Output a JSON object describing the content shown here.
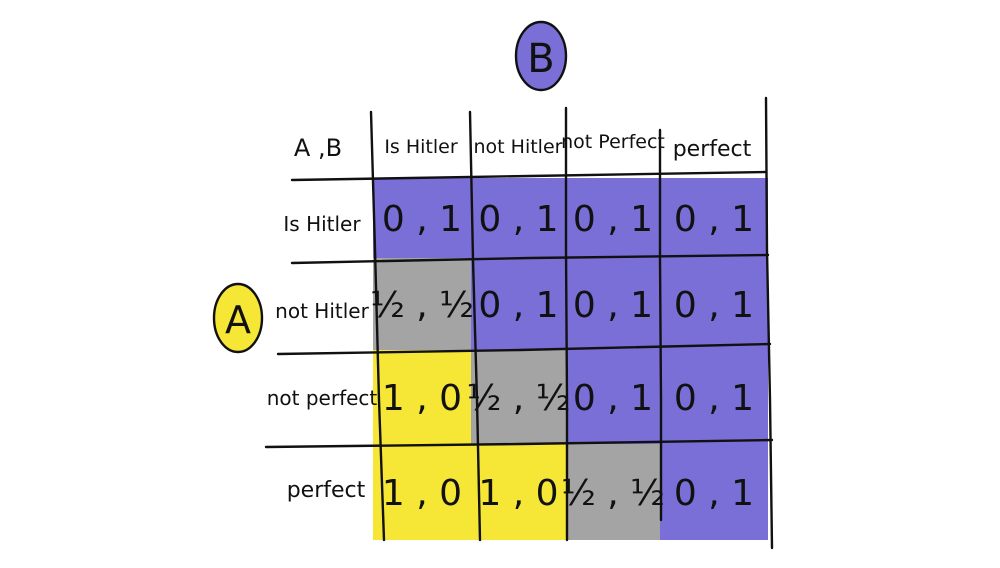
{
  "colors": {
    "purple": "#7a6fd6",
    "grey": "#a4a4a4",
    "yellow": "#f6e636",
    "ink": "#111111"
  },
  "player_b_label": "B",
  "player_a_label": "A",
  "corner_label": "A ,B",
  "column_headers": [
    "Is Hitler",
    "not Hitler",
    "not Perfect",
    "perfect"
  ],
  "row_headers": [
    "Is Hitler",
    "not Hitler",
    "not perfect",
    "perfect"
  ],
  "cells": [
    [
      {
        "text": "0 , 1",
        "fill": "purple"
      },
      {
        "text": "0 , 1",
        "fill": "purple"
      },
      {
        "text": "0 , 1",
        "fill": "purple"
      },
      {
        "text": "0 , 1",
        "fill": "purple"
      }
    ],
    [
      {
        "text": "½ , ½",
        "fill": "grey"
      },
      {
        "text": "0 , 1",
        "fill": "purple"
      },
      {
        "text": "0 , 1",
        "fill": "purple"
      },
      {
        "text": "0 , 1",
        "fill": "purple"
      }
    ],
    [
      {
        "text": "1 , 0",
        "fill": "yellow"
      },
      {
        "text": "½ , ½",
        "fill": "grey"
      },
      {
        "text": "0 , 1",
        "fill": "purple"
      },
      {
        "text": "0 , 1",
        "fill": "purple"
      }
    ],
    [
      {
        "text": "1 , 0",
        "fill": "yellow"
      },
      {
        "text": "1 , 0",
        "fill": "yellow"
      },
      {
        "text": "½ , ½",
        "fill": "grey"
      },
      {
        "text": "0 , 1",
        "fill": "purple"
      }
    ]
  ]
}
